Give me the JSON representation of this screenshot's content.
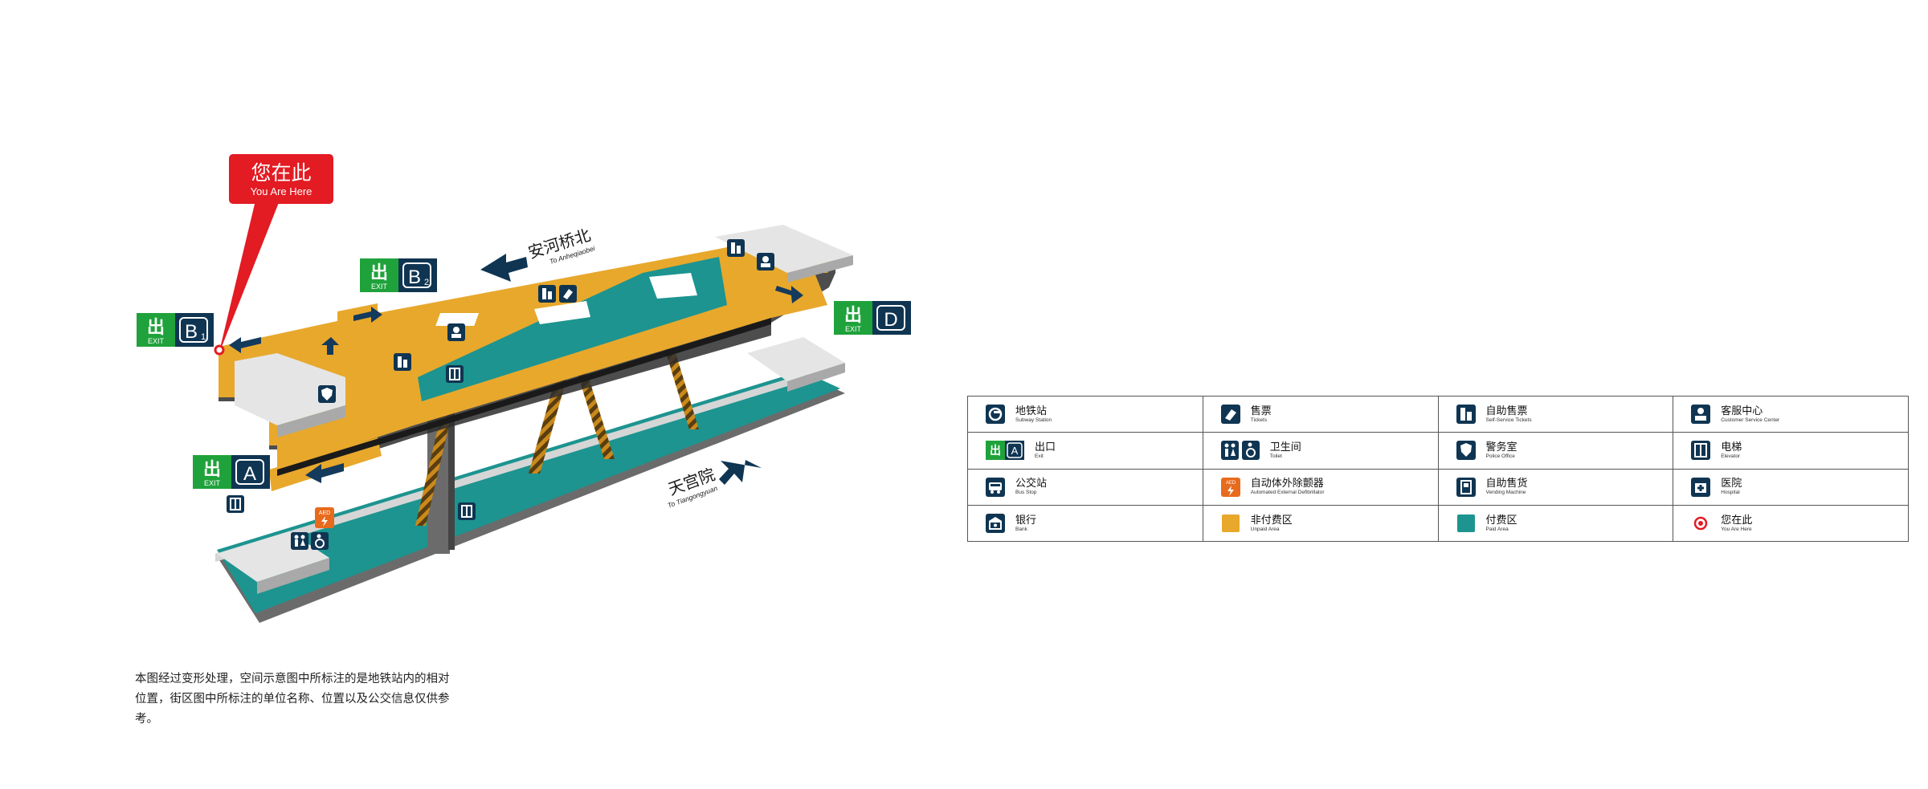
{
  "map": {
    "you_are_here": {
      "zh": "您在此",
      "en": "You Are Here"
    },
    "exit_glyph": "出",
    "exit_word": "EXIT",
    "exits": {
      "B1": {
        "letter": "B",
        "sub": "1"
      },
      "B2": {
        "letter": "B",
        "sub": "2"
      },
      "A": {
        "letter": "A",
        "sub": ""
      },
      "D": {
        "letter": "D",
        "sub": ""
      }
    },
    "directions": {
      "north": {
        "zh": "安河桥北",
        "en": "To Anheqiaobei"
      },
      "south": {
        "zh": "天宫院",
        "en": "To Tiangongyuan"
      }
    },
    "aed_label": "AED"
  },
  "note": "本图经过变形处理，空间示意图中所标注的是地铁站内的相对位置，街区图中所标注的单位名称、位置以及公交信息仅供参考。",
  "colors": {
    "unpaid": "#e8a82c",
    "paid": "#1d9490",
    "exit_green": "#1fa23b",
    "navy": "#0f3552",
    "alert_red": "#e31b23"
  },
  "legend": [
    {
      "icon": "subway-icon",
      "zh": "地铁站",
      "en": "Subway Station"
    },
    {
      "icon": "ticket-icon",
      "zh": "售票",
      "en": "Tickets"
    },
    {
      "icon": "self-service-ticket-icon",
      "zh": "自助售票",
      "en": "Self-Service Tickets"
    },
    {
      "icon": "customer-service-icon",
      "zh": "客服中心",
      "en": "Customer Service Center"
    },
    {
      "icon": "exit-icon",
      "zh": "出口",
      "en": "Exit",
      "tag": "A"
    },
    {
      "icon": "toilet-icon",
      "zh": "卫生间",
      "en": "Toilet"
    },
    {
      "icon": "police-icon",
      "zh": "警务室",
      "en": "Police Office"
    },
    {
      "icon": "elevator-icon",
      "zh": "电梯",
      "en": "Elevator"
    },
    {
      "icon": "bus-icon",
      "zh": "公交站",
      "en": "Bus Stop"
    },
    {
      "icon": "aed-icon",
      "zh": "自动体外除颤器",
      "en": "Automated External Defibrillator"
    },
    {
      "icon": "vending-icon",
      "zh": "自助售货",
      "en": "Vending Machine"
    },
    {
      "icon": "hospital-icon",
      "zh": "医院",
      "en": "Hospital"
    },
    {
      "icon": "bank-icon",
      "zh": "银行",
      "en": "Bank"
    },
    {
      "icon": "unpaid-area-icon",
      "zh": "非付费区",
      "en": "Unpaid Area"
    },
    {
      "icon": "paid-area-icon",
      "zh": "付费区",
      "en": "Paid Area"
    },
    {
      "icon": "you-are-here-icon",
      "zh": "您在此",
      "en": "You Are Here"
    }
  ]
}
